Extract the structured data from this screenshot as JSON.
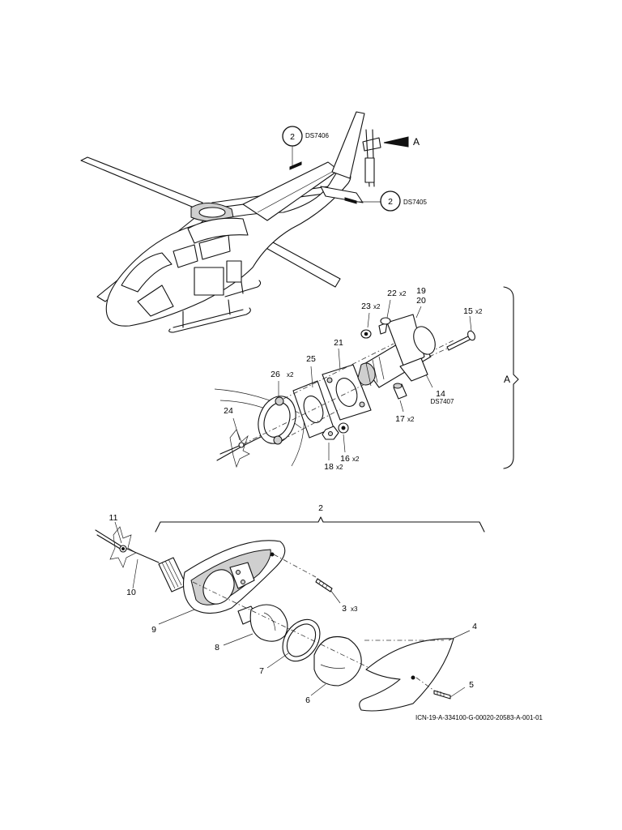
{
  "callouts": {
    "ds_top": {
      "circle": "2",
      "ref": "DS7406"
    },
    "ds_bottom": {
      "circle": "2",
      "ref": "DS7405"
    },
    "view_arrow": "A"
  },
  "detail_a": {
    "bracket_label": "A",
    "items": {
      "i19": "19",
      "i20": "20",
      "i22": "22",
      "i22q": "x2",
      "i23": "23",
      "i23q": "x2",
      "i15": "15",
      "i15q": "x2",
      "i21": "21",
      "i25": "25",
      "i26": "26",
      "i26q": "x2",
      "i24": "24",
      "i14": "14",
      "i14ref": "DS7407",
      "i17": "17",
      "i17q": "x2",
      "i16": "16",
      "i16q": "x2",
      "i18": "18",
      "i18q": "x2"
    }
  },
  "light_assembly": {
    "assembly_label": "2",
    "items": {
      "i11": "11",
      "i10": "10",
      "i9": "9",
      "i8": "8",
      "i7": "7",
      "i6": "6",
      "i4": "4",
      "i5": "5",
      "i3": "3",
      "i3q": "x3"
    }
  },
  "icn": "ICN-19-A-334100-G-00020-20583-A-001-01"
}
